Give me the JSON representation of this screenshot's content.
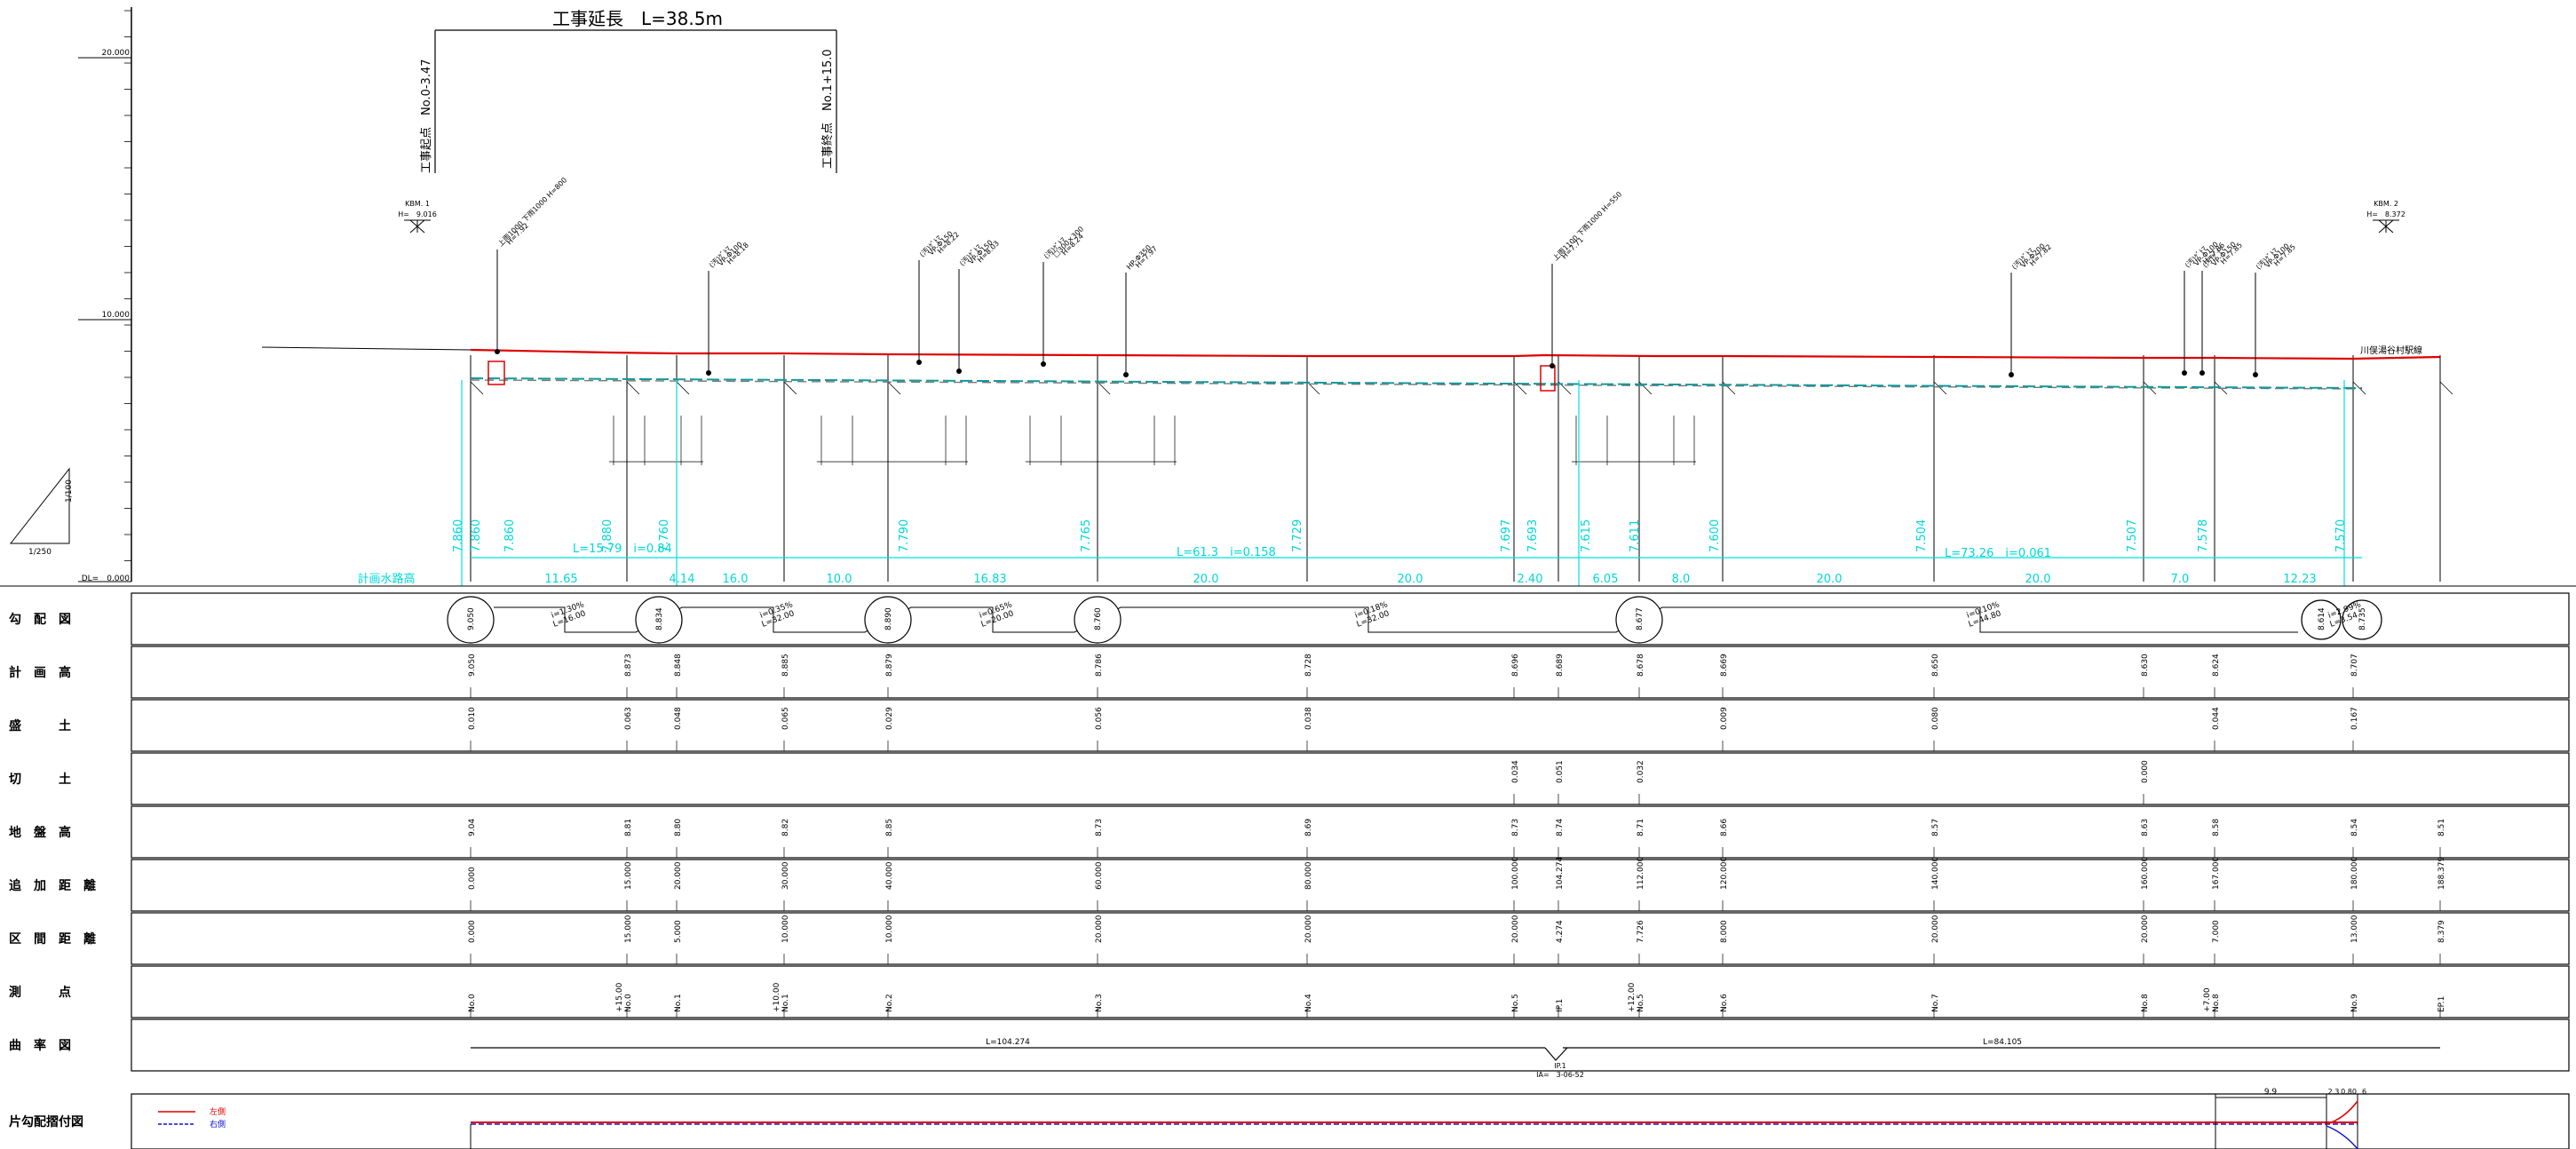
{
  "header": {
    "title": "工事延長　L=38.5m",
    "start_label": "工事起点　No.0-3.47",
    "end_label": "工事終点　No.1+15.0"
  },
  "scale": {
    "ticks": [
      "20.000",
      "10.000",
      "DL=　0.000"
    ],
    "ratio_v": "1/100",
    "ratio_h": "1/250"
  },
  "benchmarks": [
    {
      "name": "KBM. 1",
      "height": "H=　9.016"
    },
    {
      "name": "KBM. 2",
      "height": "H=　8.372"
    }
  ],
  "callouts": [
    {
      "l1": "上雨1000 下雨1000 H=800",
      "l2": "H=7.92"
    },
    {
      "l1": "(汚)ｹﾞﾄﾏ",
      "l2": "VP-Φ100",
      "l3": "H=8.18"
    },
    {
      "l1": "(汚)ｹﾞﾄﾏ",
      "l2": "VP-Φ150",
      "l3": "H=8.22"
    },
    {
      "l1": "(汚)ｹﾞﾄﾏ",
      "l2": "VP-Φ150",
      "l3": "H=8.03"
    },
    {
      "l1": "(汚)ｹﾞﾄﾏ",
      "l2": "□300×300",
      "l3": "H=8.24"
    },
    {
      "l1": "HP-Φ350",
      "l2": "H=7.97"
    },
    {
      "l1": "上雨1100 下雨1000 H=550",
      "l2": "H=7.71"
    },
    {
      "l1": "(汚)ｹﾞﾄﾏ",
      "l2": "VP-Φ200",
      "l3": "H=7.82"
    },
    {
      "l1": "(汚)ｹﾞﾄﾏ",
      "l2": "VP-Φ100",
      "l3": "H=7.86"
    },
    {
      "l1": "(汚)ｹﾞﾄﾏ",
      "l2": "VP-Φ150",
      "l3": "H=7.85"
    },
    {
      "l1": "(汚)ｹﾞﾄﾏ",
      "l2": "VP-Φ100",
      "l3": "H=7.85"
    }
  ],
  "road_label": "川俣湯谷村駅線",
  "legend": [
    {
      "label": "左側",
      "color": "#e00000"
    },
    {
      "label": "右側",
      "color": "#1010d0"
    }
  ],
  "plan_heights_cyan": [
    "7.860",
    "7.860",
    "7.860",
    "7.880",
    "7.760",
    "7.790",
    "7.765",
    "7.729",
    "7.697",
    "7.693",
    "7.615",
    "7.611",
    "7.600",
    "7.504",
    "7.507",
    "7.578",
    "7.570"
  ],
  "grade_labels": [
    {
      "label": "L=15.79　i=0.84"
    },
    {
      "label": "L=61.3　i=0.158"
    },
    {
      "label": "L=73.26　i=0.061"
    }
  ],
  "section_lengths": [
    "計画水路高",
    "11.65",
    "4.14",
    "16.0",
    "10.0",
    "16.83",
    "20.0",
    "20.0",
    "2.40",
    "6.05",
    "8.0",
    "20.0",
    "20.0",
    "7.0",
    "12.23"
  ],
  "gradient_circles": [
    "9.050",
    "8.834",
    "8.890",
    "8.760",
    "8.677",
    "8.614",
    "8.735"
  ],
  "gradient_segments": [
    "i=1.30%\nL=16.00",
    "i=0.35%\nL=32.00",
    "i=0.65%\nL=20.00",
    "i=0.18%\nL=32.00",
    "i=0.10%\nL=44.80",
    "i=2.99%\nL=3.54"
  ],
  "rows": [
    {
      "label": "勾　配　図",
      "values": []
    },
    {
      "label": "計　画　高",
      "values": [
        "9.050",
        "8.873",
        "8.848",
        "8.885",
        "8.879",
        "8.786",
        "8.728",
        "8.696",
        "8.689",
        "8.678",
        "8.669",
        "8.650",
        "8.630",
        "8.624",
        "8.707"
      ]
    },
    {
      "label": "盛　　　土",
      "values": [
        "0.010",
        "0.063",
        "0.048",
        "0.065",
        "0.029",
        "0.056",
        "0.038",
        "0.009",
        "0.080",
        "0.044",
        "0.167"
      ]
    },
    {
      "label": "切　　　土",
      "values": [
        "0.034",
        "0.051",
        "0.032",
        "0.000"
      ]
    },
    {
      "label": "地　盤　高",
      "values": [
        "9.04",
        "8.81",
        "8.80",
        "8.82",
        "8.85",
        "8.73",
        "8.69",
        "8.73",
        "8.74",
        "8.71",
        "8.66",
        "8.57",
        "8.63",
        "8.58",
        "8.54",
        "8.51"
      ]
    },
    {
      "label": "追　加　距　離",
      "values": [
        "0.000",
        "15.000",
        "20.000",
        "30.000",
        "40.000",
        "60.000",
        "80.000",
        "100.000",
        "104.274",
        "112.000",
        "120.000",
        "140.000",
        "160.000",
        "167.000",
        "180.000",
        "188.379"
      ]
    },
    {
      "label": "区　間　距　離",
      "values": [
        "0.000",
        "15.000",
        "5.000",
        "10.000",
        "10.000",
        "20.000",
        "20.000",
        "20.000",
        "4.274",
        "7.726",
        "8.000",
        "20.000",
        "20.000",
        "7.000",
        "13.000",
        "8.379"
      ]
    },
    {
      "label": "測　　　点",
      "values": [
        "No.0",
        "No.0 +15.00",
        "No.1",
        "No.1 +10.00",
        "No.2",
        "No.3",
        "No.4",
        "No.5",
        "IP.1",
        "No.5 +12.00",
        "No.6",
        "No.7",
        "No.8",
        "No.8 +7.00",
        "No.9",
        "EP.1"
      ]
    },
    {
      "label": "曲　率　図",
      "values": []
    },
    {
      "label": "片勾配摺付図",
      "values": []
    }
  ],
  "curvature": {
    "left_length": "L=104.274",
    "right_length": "L=84.105",
    "ip_label": "IP.1",
    "ia_label": "IA=　3-06-52"
  },
  "superelevation": {
    "dims": [
      "9.9",
      "2.3",
      "0.80",
      "6"
    ]
  }
}
